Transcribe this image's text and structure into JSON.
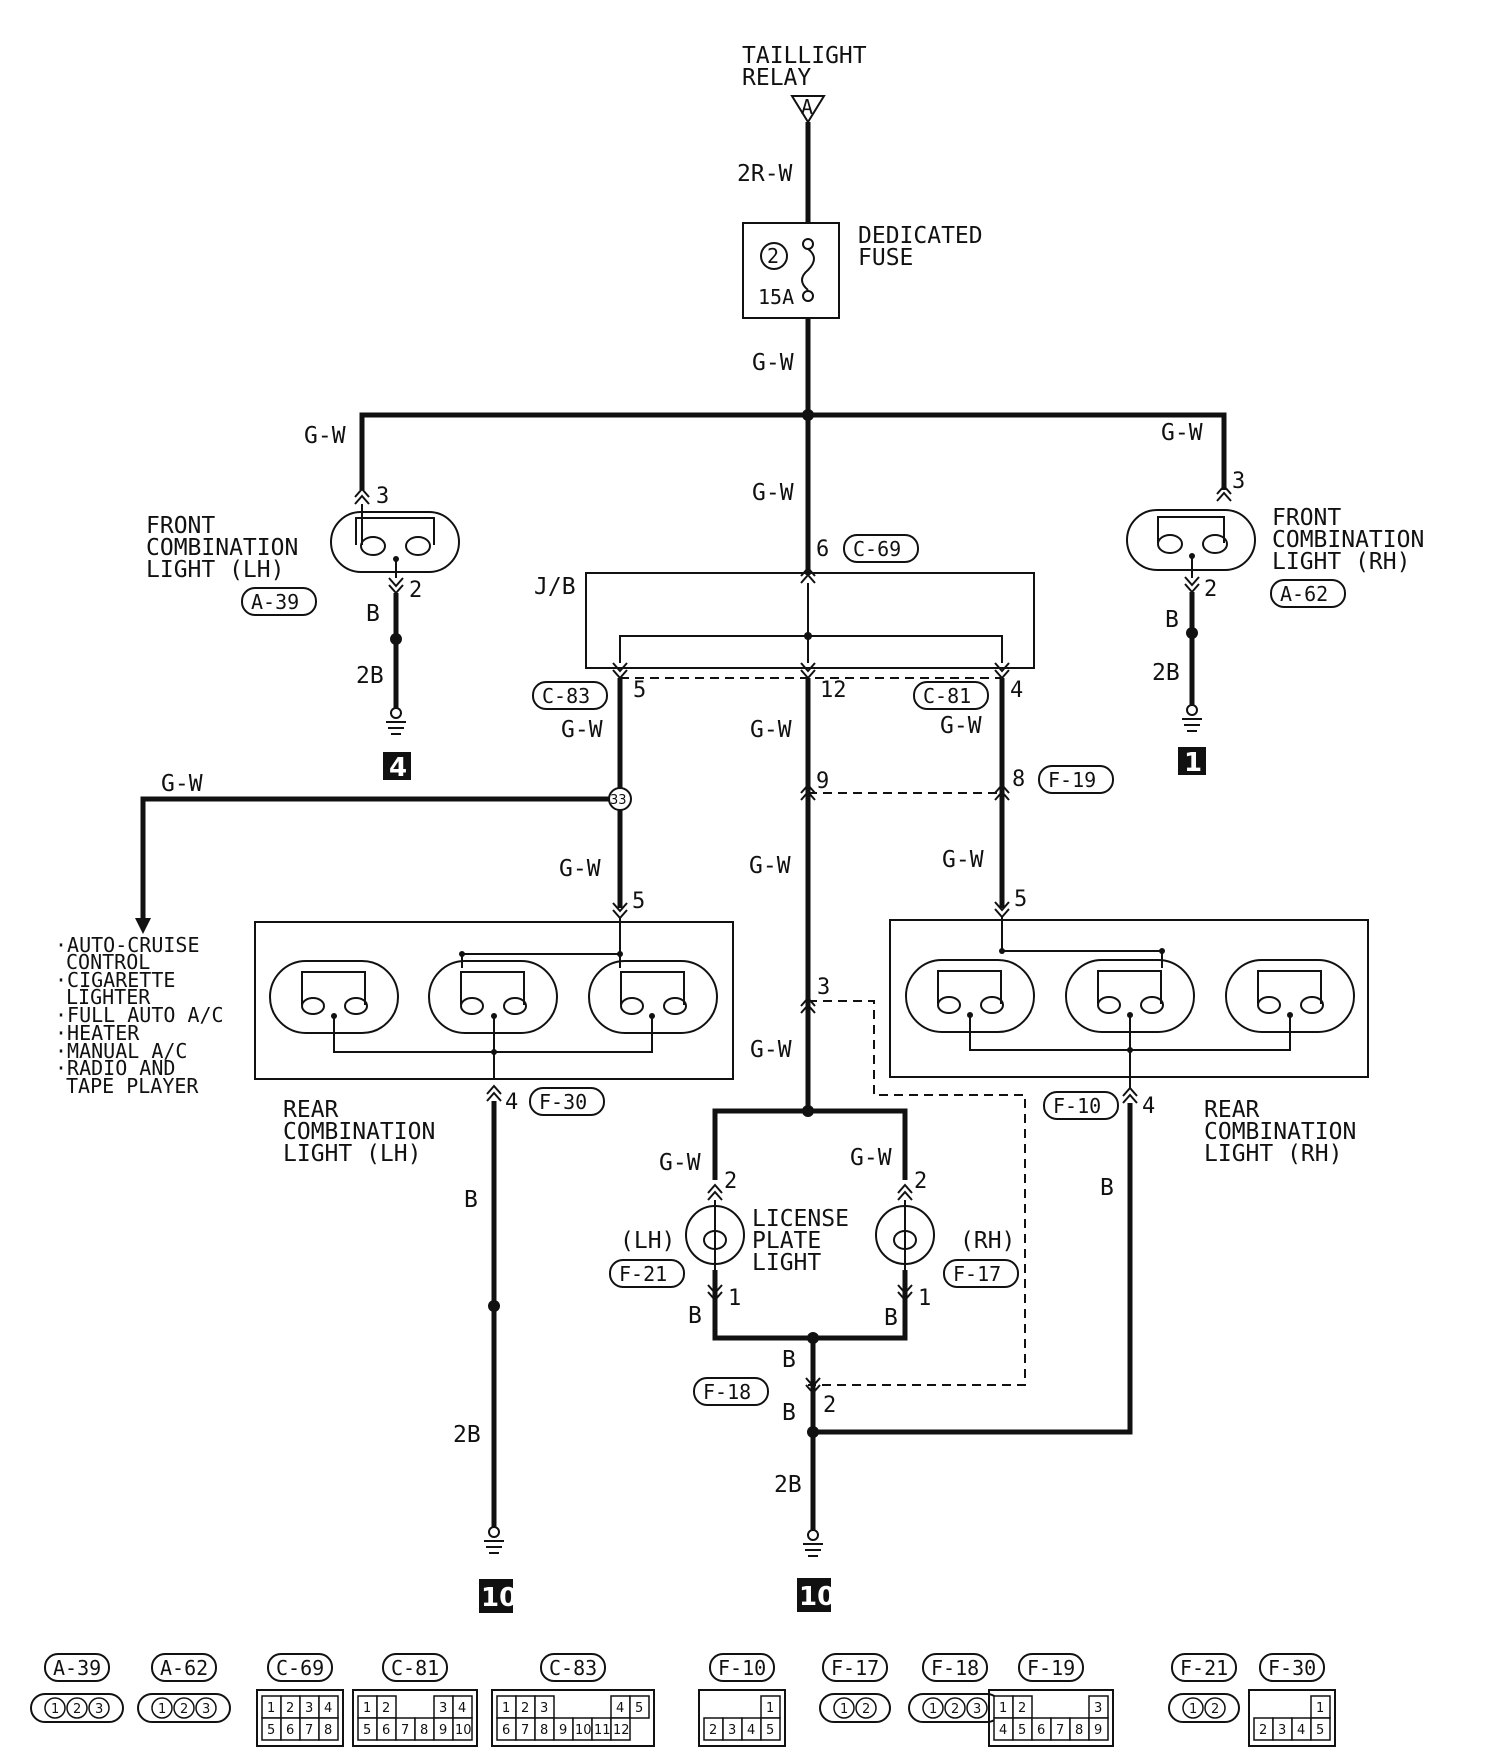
{
  "relay": {
    "line1": "TAILLIGHT",
    "line2": "RELAY",
    "terminal": "A"
  },
  "fuse": {
    "line1": "DEDICATED",
    "line2": "FUSE",
    "number": "2",
    "rating": "15A"
  },
  "wire_colors": {
    "r_w": "2R-W",
    "g_w": "G-W",
    "b": "B",
    "b2": "2B"
  },
  "front_lh": {
    "line1": "FRONT",
    "line2": "COMBINATION",
    "line3": "LIGHT (LH)",
    "connector": "A-39",
    "pin_in": "3",
    "pin_out": "2",
    "ground": "4"
  },
  "front_rh": {
    "line1": "FRONT",
    "line2": "COMBINATION",
    "line3": "LIGHT (RH)",
    "connector": "A-62",
    "pin_in": "3",
    "pin_out": "2",
    "ground": "1"
  },
  "junction_block": {
    "label": "J/B",
    "in_connector": "C-69",
    "in_pin": "6",
    "out_left_connector": "C-83",
    "out_left_pin": "5",
    "out_mid_pin": "12",
    "out_right_connector": "C-81",
    "out_right_pin": "4"
  },
  "splice": {
    "number": "33"
  },
  "accessories": [
    "·AUTO-CRUISE",
    "CONTROL",
    "·CIGARETTE",
    "LIGHTER",
    "·FULL AUTO A/C",
    "·HEATER",
    "·MANUAL A/C",
    "·RADIO AND",
    "TAPE PLAYER"
  ],
  "rear_lh": {
    "line1": "REAR",
    "line2": "COMBINATION",
    "line3": "LIGHT (LH)",
    "connector": "F-30",
    "pin_in": "5",
    "pin_out": "4",
    "ground": "10"
  },
  "rear_rh": {
    "line1": "REAR",
    "line2": "COMBINATION",
    "line3": "LIGHT (RH)",
    "connector": "F-10",
    "pin_in": "5",
    "pin_out": "4"
  },
  "f19": {
    "connector": "F-19",
    "pin_a": "9",
    "pin_b": "8"
  },
  "mid_pin": "3",
  "license": {
    "line1": "LICENSE",
    "line2": "PLATE",
    "line3": "LIGHT",
    "lh": "(LH)",
    "rh": "(RH)",
    "lh_connector": "F-21",
    "rh_connector": "F-17",
    "pin_in": "2",
    "pin_out": "1"
  },
  "f18": {
    "connector": "F-18",
    "pin": "2",
    "ground": "10"
  },
  "connectors": [
    {
      "id": "A-39",
      "pins": [
        "1",
        "2",
        "3"
      ]
    },
    {
      "id": "A-62",
      "pins": [
        "1",
        "2",
        "3"
      ]
    },
    {
      "id": "C-69",
      "rows": [
        [
          "1",
          "2",
          "3",
          "4"
        ],
        [
          "5",
          "6",
          "7",
          "8"
        ]
      ]
    },
    {
      "id": "C-81",
      "rows": [
        [
          "1",
          "2",
          "",
          "",
          "3",
          "4"
        ],
        [
          "5",
          "6",
          "7",
          "8",
          "9",
          "10"
        ]
      ]
    },
    {
      "id": "C-83",
      "rows": [
        [
          "1",
          "2",
          "3",
          "",
          "",
          "",
          "4",
          "5"
        ],
        [
          "6",
          "7",
          "8",
          "9",
          "10",
          "11",
          "12"
        ]
      ]
    },
    {
      "id": "F-10",
      "rows": [
        [
          "",
          "",
          "",
          "1"
        ],
        [
          "2",
          "3",
          "4",
          "5"
        ]
      ]
    },
    {
      "id": "F-17",
      "pins": [
        "1",
        "2"
      ]
    },
    {
      "id": "F-18",
      "pins": [
        "1",
        "2",
        "3"
      ]
    },
    {
      "id": "F-19",
      "rows": [
        [
          "1",
          "2",
          "",
          "",
          "",
          "3"
        ],
        [
          "4",
          "5",
          "6",
          "7",
          "8",
          "9"
        ]
      ]
    },
    {
      "id": "F-21",
      "pins": [
        "1",
        "2"
      ]
    },
    {
      "id": "F-30",
      "rows": [
        [
          "",
          "",
          "",
          "1"
        ],
        [
          "2",
          "3",
          "4",
          "5"
        ]
      ]
    }
  ]
}
